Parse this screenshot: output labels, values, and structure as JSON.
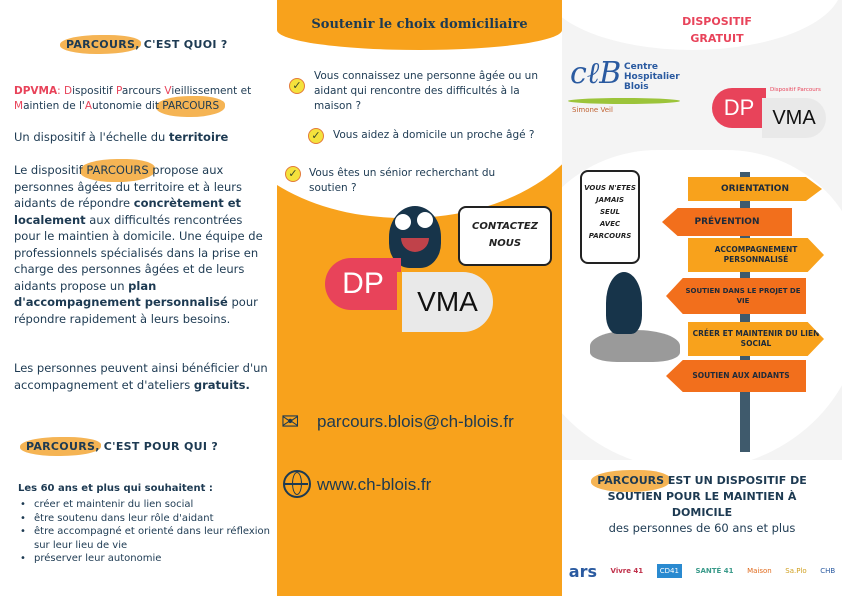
{
  "left": {
    "title_hl": "PARCOURS",
    "title_rest": ", C'EST QUOI ?",
    "dpvma_acr": "DPVMA",
    "dpvma_def": [
      ": ",
      "D",
      "ispositif ",
      "P",
      "arcours ",
      "V",
      "ieillissement et ",
      "M",
      "aintien de l'",
      "A",
      "utonomie dit "
    ],
    "dpvma_hl": "PARCOURS",
    "scale_text": "Un dispositif à l'échelle du ",
    "scale_bold": "territoire",
    "p1_a": "Le dispositif ",
    "p1_hl": "PARCOURS",
    "p1_b": " propose aux personnes âgées du territoire et à leurs aidants de répondre ",
    "p1_bold": "concrètement et localement",
    "p1_c": " aux difficultés rencontrées pour le maintien à domicile.",
    "p2_a": "Une équipe de professionnels spécialisés dans la prise en charge des personnes âgées et de leurs aidants propose un ",
    "p2_bold": "plan d'accompagnement personnalisé",
    "p2_b": " pour répondre rapidement à leurs besoins.",
    "p3_a": "Les personnes peuvent ainsi bénéficier d'un accompagnement et d'ateliers ",
    "p3_bold": "gratuits.",
    "title2_hl": "PARCOURS",
    "title2_rest": ", C'EST POUR QUI ?",
    "who_intro": "Les 60 ans et plus qui souhaitent :",
    "who_items": [
      "créer et maintenir du lien social",
      "être soutenu dans leur rôle d'aidant",
      "être accompagné et orienté dans leur réflexion sur leur lieu de vie",
      "préserver leur autonomie"
    ]
  },
  "mid": {
    "title": "Soutenir le choix domiciliaire",
    "questions": [
      "Vous connaissez une personne âgée ou un aidant qui rencontre des difficultés à la maison ?",
      "Vous aidez à domicile un proche âgé ?",
      "Vous êtes un sénior recherchant du soutien ?"
    ],
    "bubble": "CONTACTEZ NOUS",
    "logo_dp": "DP",
    "logo_vma": "VMA",
    "email": "parcours.blois@ch-blois.fr",
    "website": "www.ch-blois.fr"
  },
  "right": {
    "free": "DISPOSITIF GRATUIT",
    "ch_logo": [
      "Centre",
      "Hospitalier",
      "Blois"
    ],
    "ch_sub": "Simone Veil",
    "dp_top": "Dispositif Parcours",
    "logo_dp": "DP",
    "logo_vma": "VMA",
    "bubble": [
      "VOUS N'ETES",
      "JAMAIS",
      "SEUL",
      "AVEC",
      "PARCOURS"
    ],
    "signs": [
      "ORIENTATION",
      "PRÉVENTION",
      "ACCOMPAGNEMENT PERSONNALISÉ",
      "SOUTIEN DANS LE PROJET DE VIE",
      "CRÉER ET MAINTENIR DU LIEN SOCIAL",
      "SOUTIEN AUX AIDANTS"
    ],
    "tag_hl": "PARCOURS",
    "tag_rest": " EST UN DISPOSITIF DE SOUTIEN POUR LE MAINTIEN À DOMICILE",
    "tag_sub": "des personnes de 60 ans et plus",
    "partners": [
      "ars",
      "Vivre 41",
      "CD41",
      "SANTÉ 41",
      "Maison",
      "Sa.Plo",
      "CHB"
    ]
  },
  "colors": {
    "orange": "#f8a21c",
    "navy": "#1d3a52",
    "red": "#e8435a"
  }
}
